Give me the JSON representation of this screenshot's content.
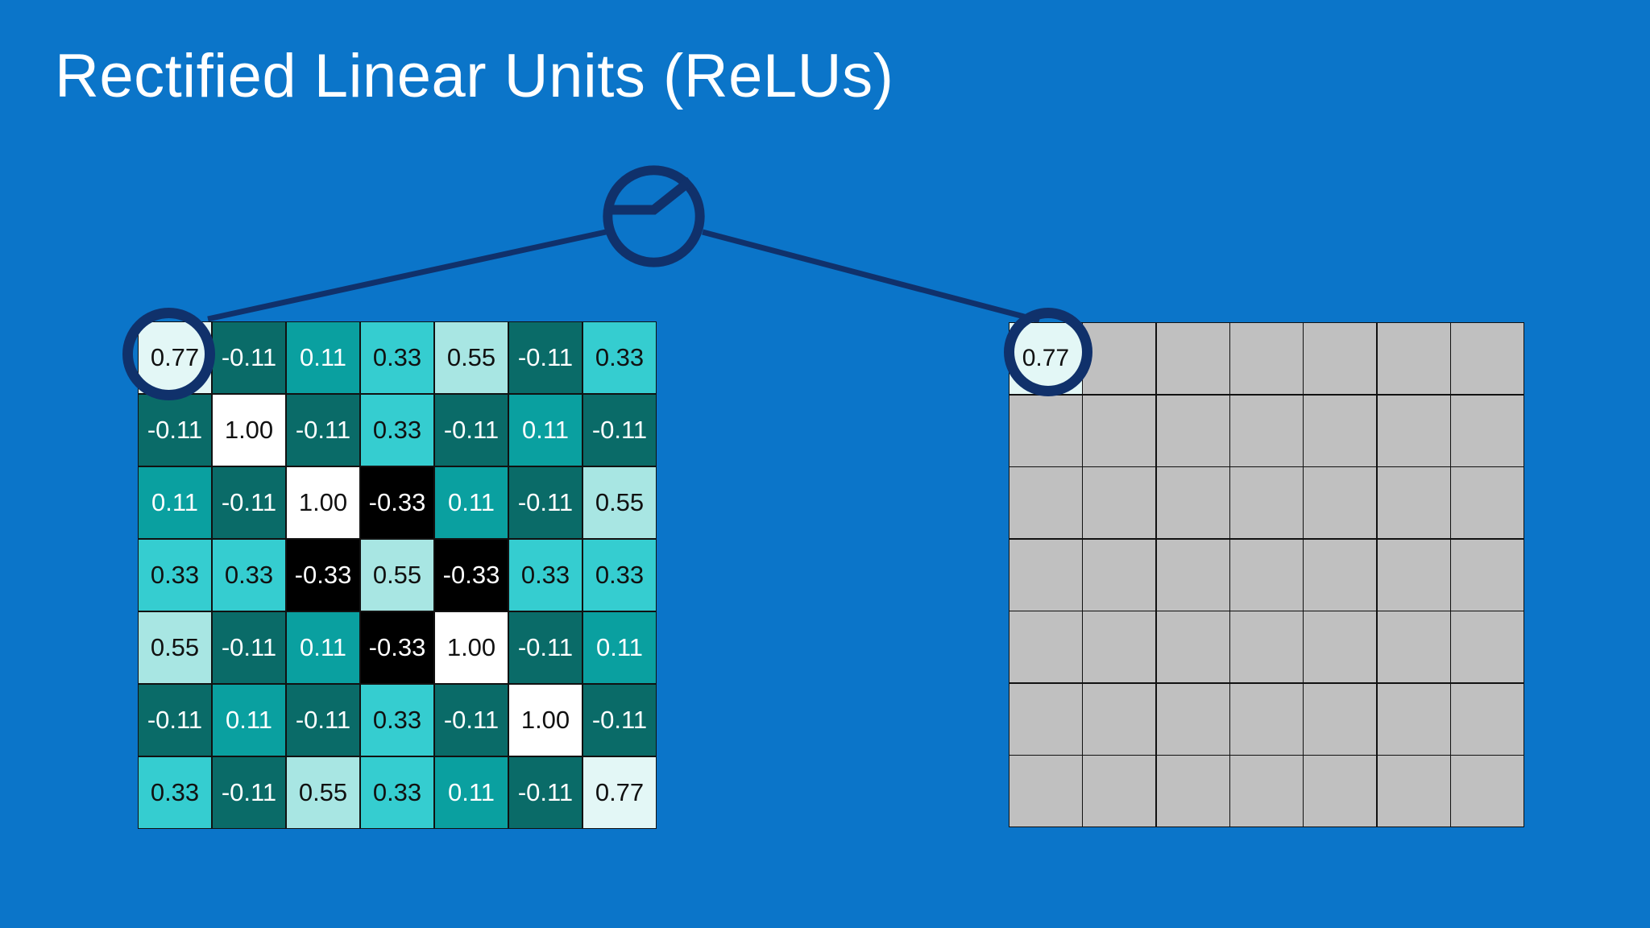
{
  "slide": {
    "title": "Rectified Linear Units (ReLUs)",
    "background_color": "#0b75c9",
    "accent_color": "#10316b"
  },
  "lens": {
    "icon": "relu-function-icon",
    "stroke_color": "#10316b",
    "description": "ReLU activation function graph inside a circle"
  },
  "highlight": {
    "input_cell_value": "0.77",
    "output_cell_value": "0.77",
    "ring_color": "#10316b"
  },
  "legend_colors": {
    "neg_033": "#000000",
    "neg_011": "#0a6b68",
    "pos_011": "#0aa0a0",
    "pos_033": "#35cdd0",
    "pos_055": "#a8e6e3",
    "pos_077": "#e3f7f6",
    "pos_100": "#ffffff",
    "empty": "#c0c0c0",
    "border": "#111111"
  },
  "chart_data": {
    "type": "heatmap",
    "title": "Rectified Linear Units (ReLUs)",
    "xlabel": "",
    "ylabel": "",
    "grid": true,
    "legend_position": "none",
    "panels": [
      {
        "name": "input-feature-map",
        "rows": 7,
        "cols": 7,
        "values": [
          [
            0.77,
            -0.11,
            0.11,
            0.33,
            0.55,
            -0.11,
            0.33
          ],
          [
            -0.11,
            1.0,
            -0.11,
            0.33,
            -0.11,
            0.11,
            -0.11
          ],
          [
            0.11,
            -0.11,
            1.0,
            -0.33,
            0.11,
            -0.11,
            0.55
          ],
          [
            0.33,
            0.33,
            -0.33,
            0.55,
            -0.33,
            0.33,
            0.33
          ],
          [
            0.55,
            -0.11,
            0.11,
            -0.33,
            1.0,
            -0.11,
            0.11
          ],
          [
            -0.11,
            0.11,
            -0.11,
            0.33,
            -0.11,
            1.0,
            -0.11
          ],
          [
            0.33,
            -0.11,
            0.55,
            0.33,
            0.11,
            -0.11,
            0.77
          ]
        ],
        "labels": [
          [
            "0.77",
            "-0.11",
            "0.11",
            "0.33",
            "0.55",
            "-0.11",
            "0.33"
          ],
          [
            "-0.11",
            "1.00",
            "-0.11",
            "0.33",
            "-0.11",
            "0.11",
            "-0.11"
          ],
          [
            "0.11",
            "-0.11",
            "1.00",
            "-0.33",
            "0.11",
            "-0.11",
            "0.55"
          ],
          [
            "0.33",
            "0.33",
            "-0.33",
            "0.55",
            "-0.33",
            "0.33",
            "0.33"
          ],
          [
            "0.55",
            "-0.11",
            "0.11",
            "-0.33",
            "1.00",
            "-0.11",
            "0.11"
          ],
          [
            "-0.11",
            "0.11",
            "-0.11",
            "0.33",
            "-0.11",
            "1.00",
            "-0.11"
          ],
          [
            "0.33",
            "-0.11",
            "0.55",
            "0.33",
            "0.11",
            "-0.11",
            "0.77"
          ]
        ]
      },
      {
        "name": "output-feature-map",
        "rows": 7,
        "cols": 7,
        "values": [
          [
            0.77,
            null,
            null,
            null,
            null,
            null,
            null
          ],
          [
            null,
            null,
            null,
            null,
            null,
            null,
            null
          ],
          [
            null,
            null,
            null,
            null,
            null,
            null,
            null
          ],
          [
            null,
            null,
            null,
            null,
            null,
            null,
            null
          ],
          [
            null,
            null,
            null,
            null,
            null,
            null,
            null
          ],
          [
            null,
            null,
            null,
            null,
            null,
            null,
            null
          ],
          [
            null,
            null,
            null,
            null,
            null,
            null,
            null
          ]
        ],
        "labels": [
          [
            "0.77",
            "",
            "",
            "",
            "",
            "",
            ""
          ],
          [
            "",
            "",
            "",
            "",
            "",
            "",
            ""
          ],
          [
            "",
            "",
            "",
            "",
            "",
            "",
            ""
          ],
          [
            "",
            "",
            "",
            "",
            "",
            "",
            ""
          ],
          [
            "",
            "",
            "",
            "",
            "",
            "",
            ""
          ],
          [
            "",
            "",
            "",
            "",
            "",
            "",
            ""
          ],
          [
            "",
            "",
            "",
            "",
            "",
            "",
            ""
          ]
        ]
      }
    ]
  }
}
